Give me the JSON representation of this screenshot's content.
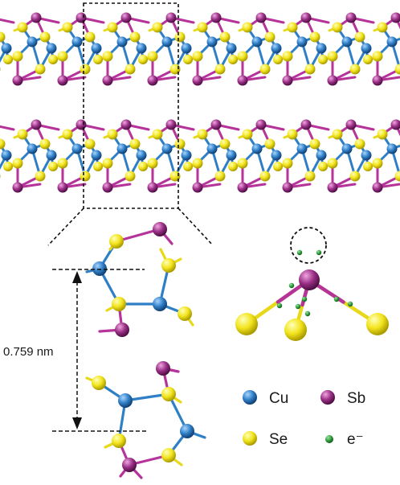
{
  "figure": {
    "layer_spacing_label": "0.759 nm",
    "legend": [
      {
        "key": "cu",
        "label": "Cu"
      },
      {
        "key": "sb",
        "label": "Sb"
      },
      {
        "key": "se",
        "label": "Se"
      },
      {
        "key": "e",
        "label": "e⁻"
      }
    ]
  },
  "colors": {
    "cu": "#2f7fc6",
    "sb": "#9a2f86",
    "se": "#f2e41c",
    "electron": "#2e9a3a",
    "bond_cu": "#2f7fc6",
    "bond_se": "#e8d81a",
    "bond_sb": "#b6349a"
  }
}
